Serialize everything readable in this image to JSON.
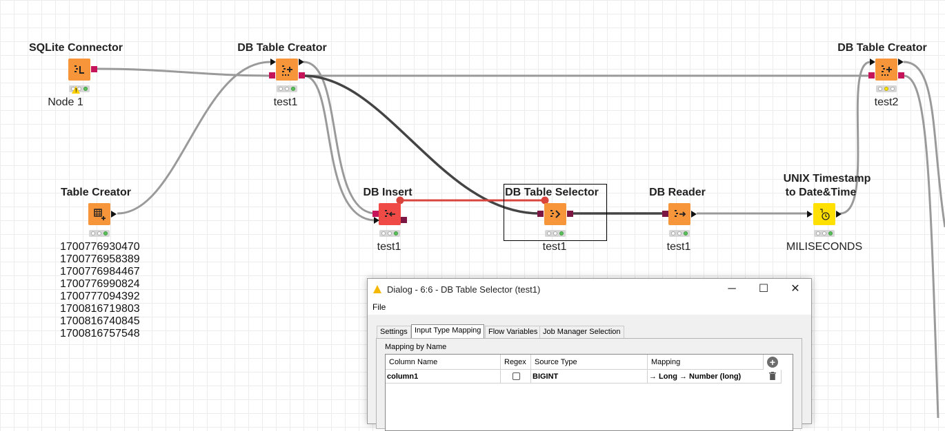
{
  "workflow": {
    "nodes": [
      {
        "id": "sqlite",
        "title": "SQLite Connector",
        "label": "Node 1"
      },
      {
        "id": "dbtc1",
        "title": "DB Table Creator",
        "label": "test1"
      },
      {
        "id": "dbtc2",
        "title": "DB Table Creator",
        "label": "test2"
      },
      {
        "id": "tablecreator",
        "title": "Table Creator",
        "label": ""
      },
      {
        "id": "dbinsert",
        "title": "DB Insert",
        "label": "test1"
      },
      {
        "id": "dbselector",
        "title": "DB Table Selector",
        "label": "test1"
      },
      {
        "id": "dbreader",
        "title": "DB Reader",
        "label": "test1"
      },
      {
        "id": "unix",
        "title_line1": "UNIX Timestamp",
        "title_line2": "to Date&Time",
        "label": "MILISECONDS"
      }
    ],
    "annotation_values": [
      "1700776930470",
      "1700776958389",
      "1700776984467",
      "1700776990824",
      "1700777094392",
      "1700816719803",
      "1700816740845",
      "1700816757548"
    ]
  },
  "dialog": {
    "title": "Dialog - 6:6 - DB Table Selector (test1)",
    "menu_file": "File",
    "tabs": [
      "Settings",
      "Input Type Mapping",
      "Flow Variables",
      "Job Manager Selection"
    ],
    "active_tab": "Input Type Mapping",
    "group_title": "Mapping by Name",
    "columns": [
      "Column Name",
      "Regex",
      "Source Type",
      "Mapping"
    ],
    "rows": [
      {
        "column_name": "column1",
        "regex": false,
        "source_type": "BIGINT",
        "mapping": "→ Long → Number (long)"
      }
    ],
    "minimize": "─",
    "maximize": "☐",
    "close": "✕"
  },
  "colors": {
    "db_port": "#c6145a",
    "node_orange": "#f7953b",
    "node_red": "#f04a47",
    "node_yellow": "#ffe000",
    "flowvar_line": "#d9453c"
  }
}
